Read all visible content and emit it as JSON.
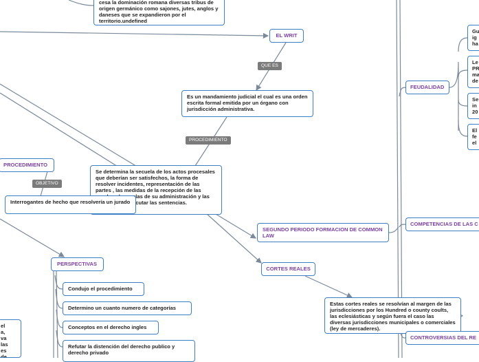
{
  "colors": {
    "node_border": "#3d7fc4",
    "title_text": "#7b3fa0",
    "connector": "#7a8a9a",
    "pill_bg": "#7b7b7b"
  },
  "nodes": {
    "germanic": "cesa la dominación romana diversas tribus de origen germánico como sajones, jutes, anglos y daneses que se expandieron por el territorio.undefined",
    "el_writ": "EL WRIT",
    "writ_def": "Es un mandamiento judicial el cual es una orden escrita formal emitida por un órgano con jurisdicción administrativa.",
    "procedimiento_title": "PROCEDIMIENTO",
    "procedimiento_def": "Se determina la secuela de los actos procesales que deberían ser satisfechos, la forma de resolver incidentes, representación de las partes , las medidas de la recepción de las pruebas, las reglas de su administración y las normas para ejecutar las sentencias.",
    "interrogantes": "Interrogantes de hecho que resolvería un jurado",
    "perspectivas": "PERSPECTIVAS",
    "persp_1": "Condujo el procedimiento",
    "persp_2": "Determino un cuanto numero de categorías",
    "persp_3": "Conceptos en el derecho ingles",
    "persp_4": "Refutar la distención del derecho publico y derecho privado",
    "left_partial": "el a, va las es de",
    "segundo_periodo": "SEGUNDO PERIODO FORMACION DE COMMON LAW",
    "cortes_reales": "CORTES REALES",
    "cortes_def": "Estas cortes reales se resolvían al margen de las jurisdicciones por los Hundred o county coults, las eclesiásticas y según fuera el caso las diversas jurisdicciones municipales o comerciales (ley de mercaderes).",
    "feudalidad": "FEUDALIDAD",
    "feud_1": "Gu ig ha",
    "feud_2": "Le PR ma de",
    "feud_3": "Se in 20",
    "feud_4": "El fe el",
    "competencias": "COMPETENCIAS DE LAS C",
    "controversias": "CONTROVERSIAS DEL RE"
  },
  "labels": {
    "que_es": "QUE ES",
    "procedimiento": "PROCEDIMIENTO",
    "objetivo": "OBJETIVO"
  }
}
